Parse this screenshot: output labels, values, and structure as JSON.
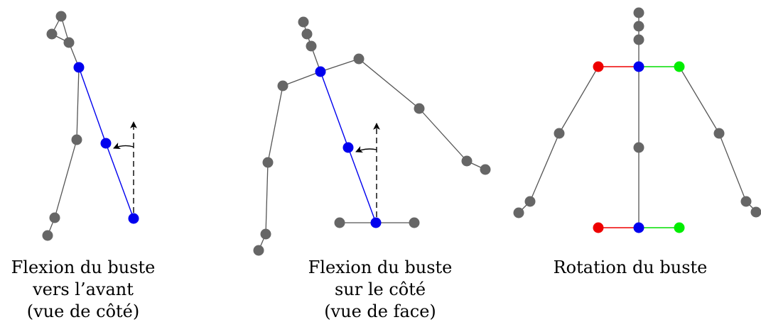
{
  "panels": [
    {
      "caption": [
        "Flexion du buste",
        "vers l’avant",
        "(vue de côté)"
      ]
    },
    {
      "caption": [
        "Flexion du buste",
        "sur le côté",
        "(vue de face)"
      ]
    },
    {
      "caption": [
        "Rotation du buste"
      ]
    }
  ],
  "colors": {
    "joint_gray": "#666666",
    "joint_blue": "#0000ee",
    "joint_red": "#ee0000",
    "joint_green": "#00ee00",
    "bone_gray": "#555555",
    "bone_blue": "#0000ee",
    "bone_red": "#ee0000",
    "bone_green": "#00dd00"
  }
}
